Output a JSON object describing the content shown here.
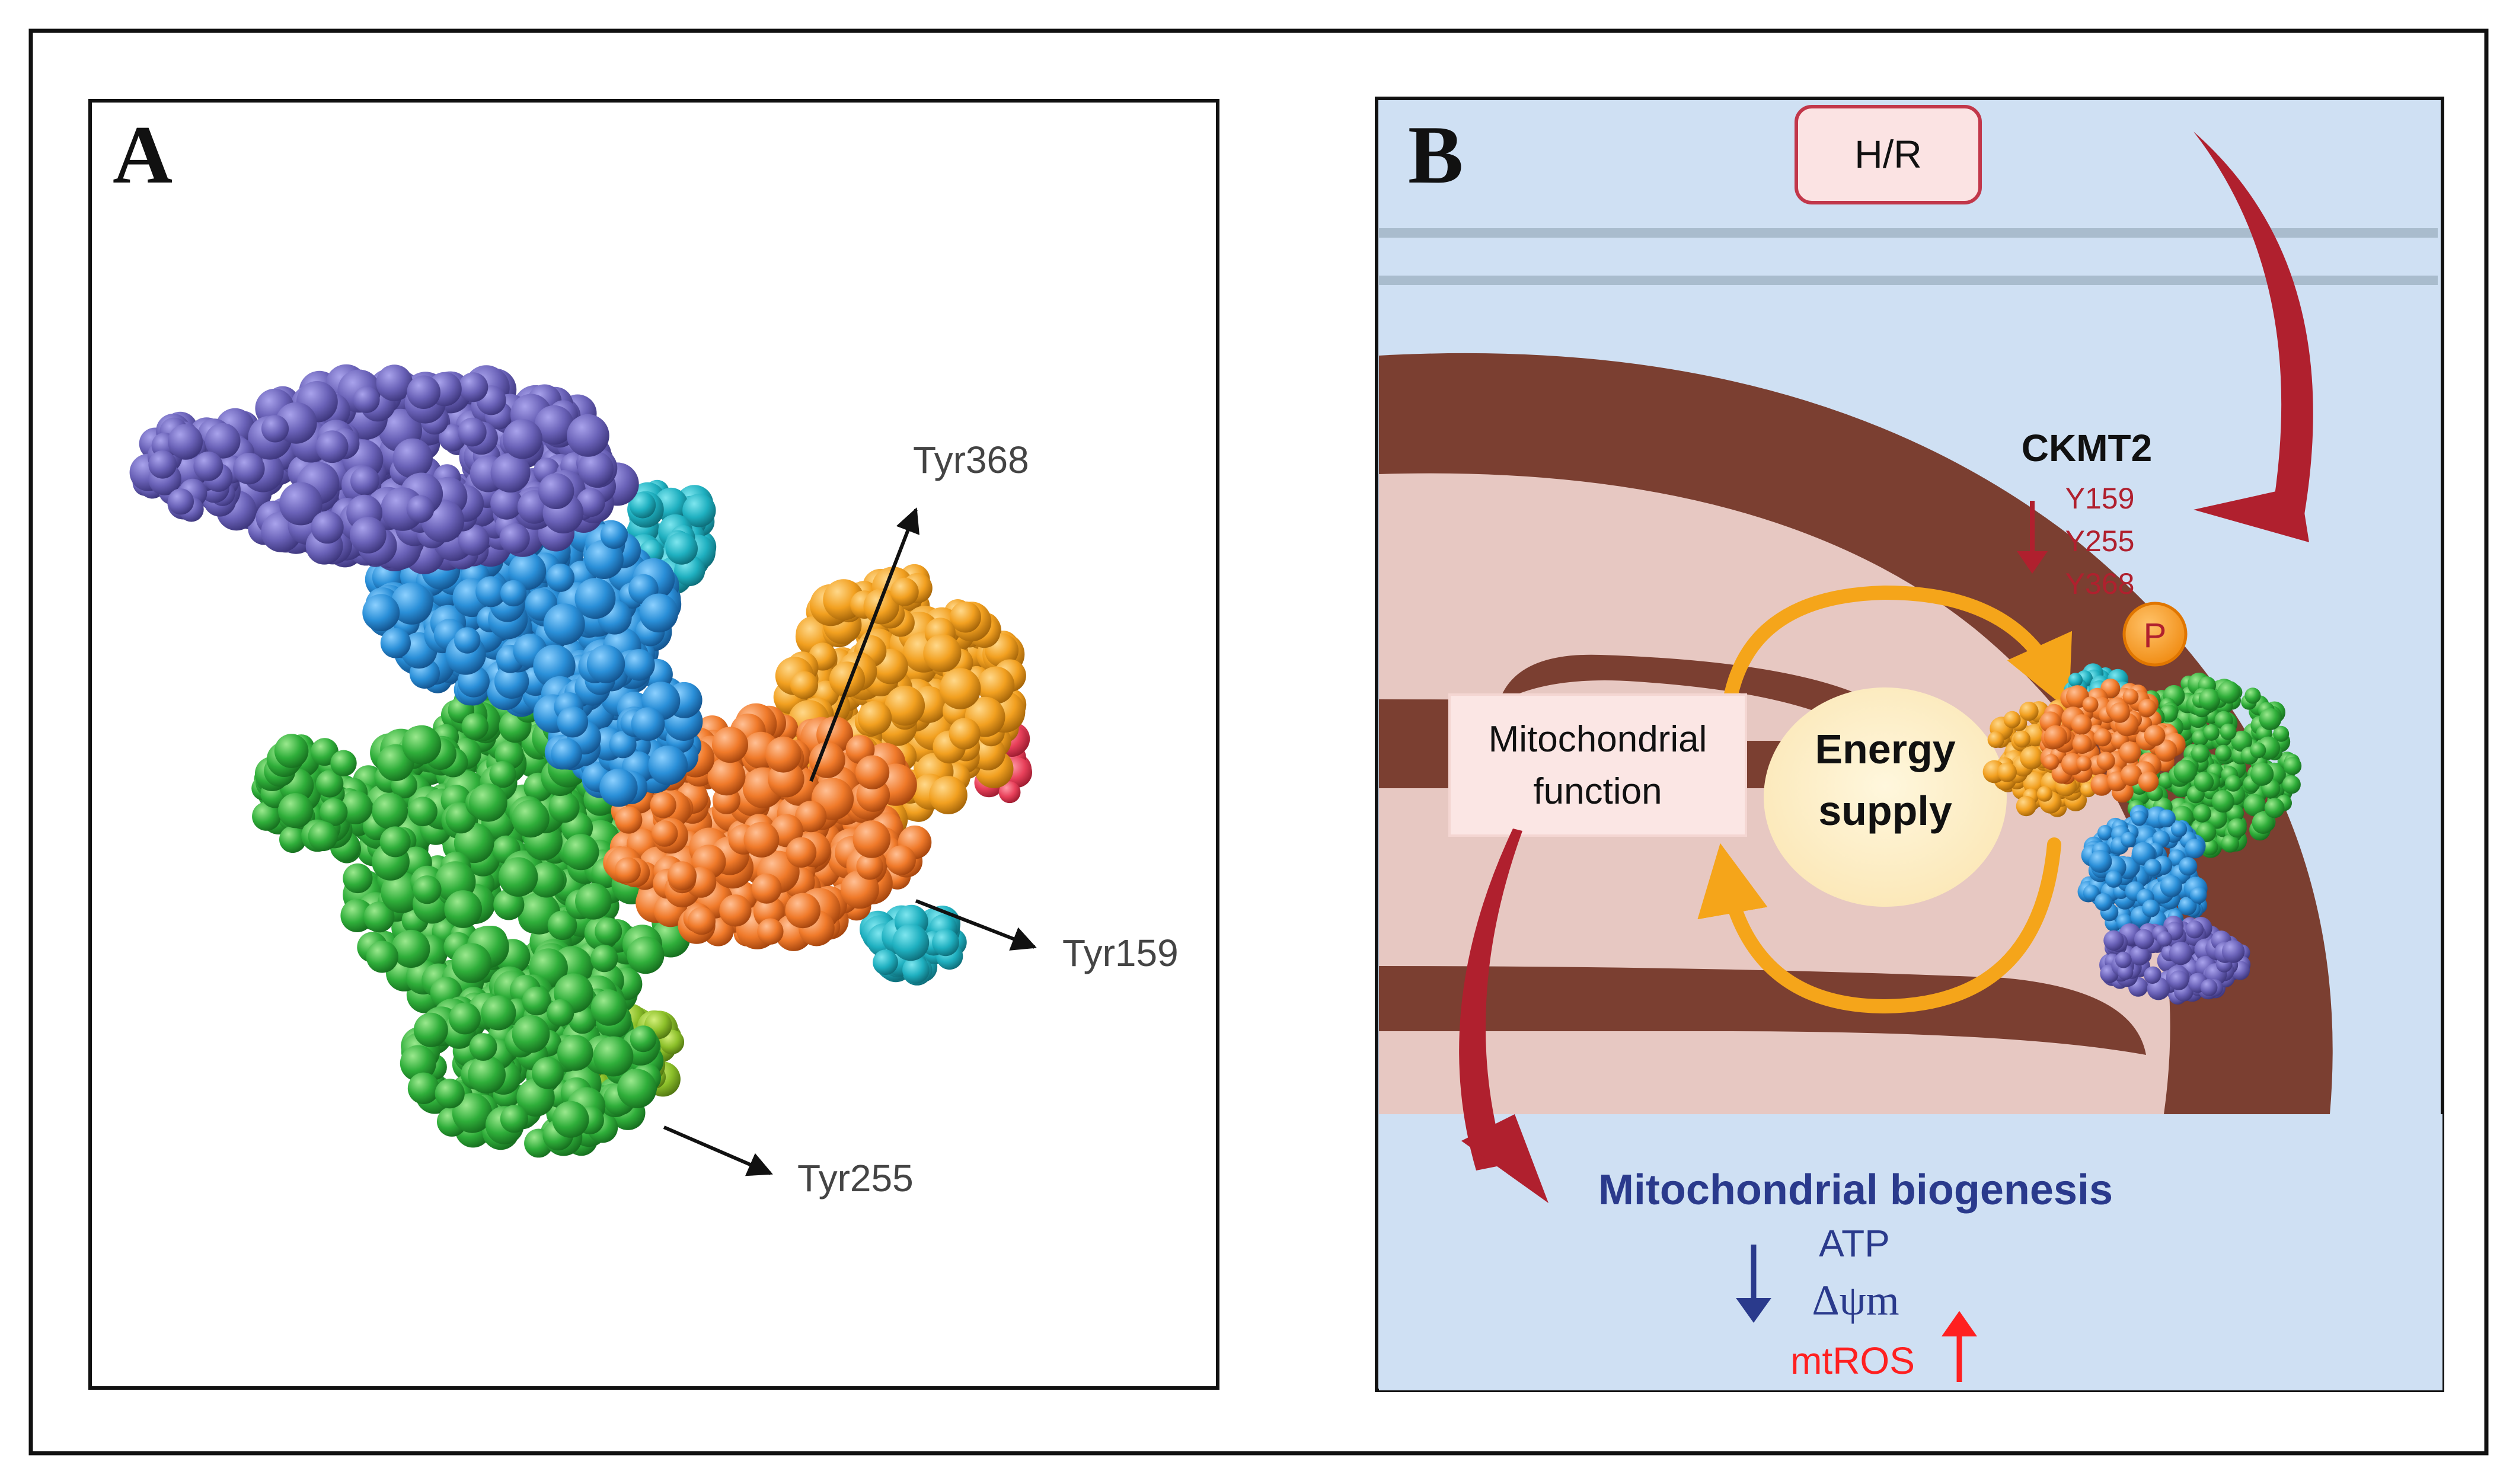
{
  "panel_a": {
    "letter": "A",
    "labels": {
      "tyr368": "Tyr368",
      "tyr159": "Tyr159",
      "tyr255": "Tyr255"
    }
  },
  "panel_b": {
    "letter": "B",
    "stimulus": "H/R",
    "protein": "CKMT2",
    "sites": [
      "Y159",
      "Y255",
      "Y368"
    ],
    "phospho": "P",
    "mito_function_line1": "Mitochondrial",
    "mito_function_line2": "function",
    "energy_line1": "Energy",
    "energy_line2": "supply",
    "outcome_title": "Mitochondrial biogenesis",
    "atp": "ATP",
    "dpsi": "Δψm",
    "mtros": "mtROS"
  },
  "colors": {
    "membrane": "#7b3f31",
    "matrix": "#e7c8c2",
    "cytosol": "#cfe0f3",
    "red_arrow": "#b0202e",
    "orange_cycle": "#f5a51a",
    "dark_blue": "#2a3a8c",
    "bright_red": "#ff2020",
    "protein_purple": "#6a62b8",
    "protein_blue": "#2a8fd8",
    "protein_cyan": "#1fb0c0",
    "protein_green": "#2fae3a",
    "protein_orange": "#f07a2a",
    "protein_amber": "#f2a020"
  }
}
